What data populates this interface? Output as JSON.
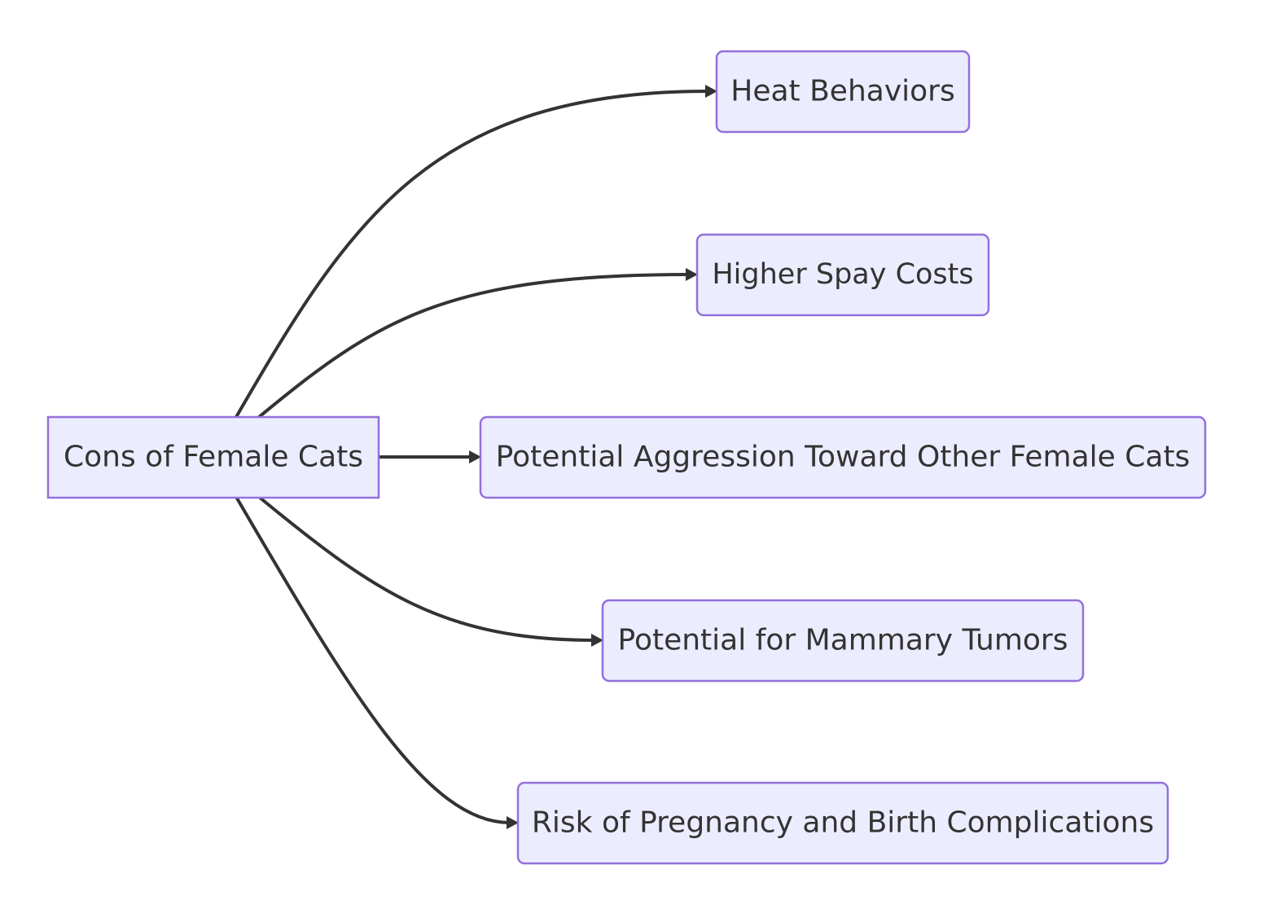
{
  "diagram": {
    "type": "flowchart-LR",
    "root": {
      "id": "root",
      "label": "Cons of Female Cats"
    },
    "children": [
      {
        "id": "heat",
        "label": "Heat Behaviors"
      },
      {
        "id": "spay",
        "label": "Higher Spay Costs"
      },
      {
        "id": "aggression",
        "label": "Potential Aggression Toward Other Female Cats"
      },
      {
        "id": "tumors",
        "label": "Potential for Mammary Tumors"
      },
      {
        "id": "pregnancy",
        "label": "Risk of Pregnancy and Birth Complications"
      }
    ],
    "edges": [
      {
        "from": "root",
        "to": "heat"
      },
      {
        "from": "root",
        "to": "spay"
      },
      {
        "from": "root",
        "to": "aggression"
      },
      {
        "from": "root",
        "to": "tumors"
      },
      {
        "from": "root",
        "to": "pregnancy"
      }
    ],
    "colors": {
      "node_fill": "#ECECFF",
      "node_stroke": "#9370DB",
      "edge": "#333333",
      "text": "#333333",
      "background": "#FFFFFF"
    }
  }
}
